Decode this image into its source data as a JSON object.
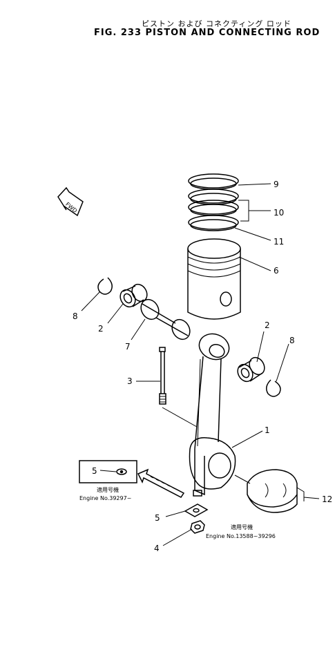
{
  "title": {
    "japanese": "ピストン および コネクティング ロッド",
    "english": "FIG. 233  PISTON AND CONNECTING ROD"
  },
  "direction_marker": "FWD",
  "callouts": {
    "c9": "9",
    "c10": "10",
    "c11": "11",
    "c6": "6",
    "c8_left": "8",
    "c2_left": "2",
    "c7": "7",
    "c2_right": "2",
    "c8_right": "8",
    "c3": "3",
    "c1": "1",
    "c5_box": "5",
    "c5_lower": "5",
    "c4": "4",
    "c12": "12"
  },
  "notes": {
    "left_applicable": "適用号機",
    "left_engine": "Engine No.39297~",
    "right_applicable": "適用号機",
    "right_engine": "Engine No.13588~39296"
  }
}
